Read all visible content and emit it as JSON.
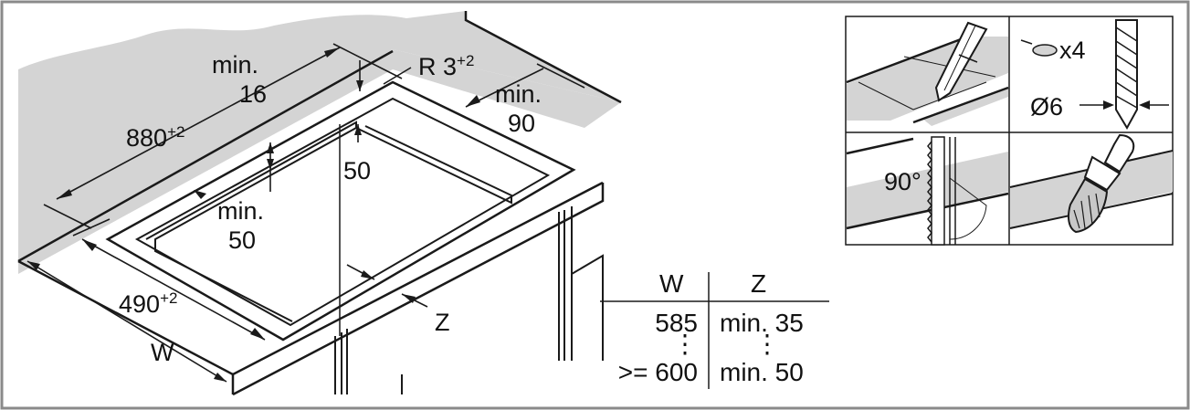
{
  "main_drawing": {
    "width_label": "880",
    "width_tolerance": "+2",
    "depth_label": "490",
    "depth_tolerance": "+2",
    "radius_label": "R 3",
    "radius_tolerance": "+2",
    "back_min_line1": "min.",
    "back_min_line2": "16",
    "right_min_line1": "min.",
    "right_min_line2": "90",
    "front_min_line1": "min.",
    "front_min_line2": "50",
    "rim_depth_label": "50",
    "w_label": "W",
    "z_label": "Z"
  },
  "table": {
    "headers": [
      "W",
      "Z"
    ],
    "rows": [
      {
        "w": "585",
        "z": "min. 35"
      },
      {
        "w": ">= 600",
        "z": "min. 50"
      }
    ],
    "ellipsis": "⋮"
  },
  "steps": {
    "screw_count": "x4",
    "drill_diameter": "Ø6",
    "saw_angle": "90°"
  },
  "colors": {
    "worktop_shade": "#d4d4d4",
    "border": "#8a8a8a",
    "line": "#1a1a1a"
  }
}
